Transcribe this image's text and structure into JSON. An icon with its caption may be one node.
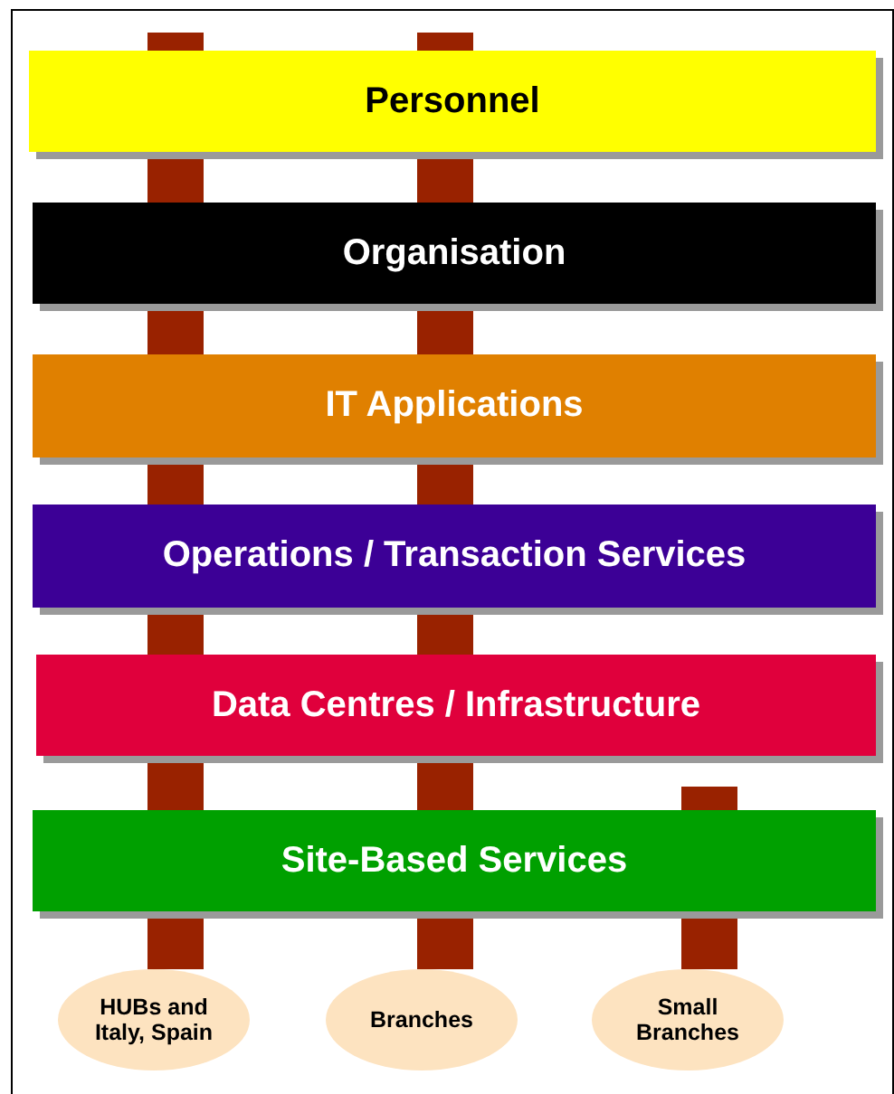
{
  "diagram": {
    "nodes": [
      {
        "text": [
          "Personnel"
        ]
      },
      {
        "text": [
          "Organisation"
        ]
      },
      {
        "text": [
          "IT Applications"
        ]
      },
      {
        "text": [
          "Operations / Transaction Services"
        ]
      },
      {
        "text": [
          "Data Centres / Infrastructure"
        ]
      },
      {
        "text": [
          "Site-Based Services"
        ]
      },
      {
        "text": [
          "HUBs and Italy, Spain"
        ]
      },
      {
        "text": [
          "Branches"
        ]
      },
      {
        "text": [
          "Small Branches"
        ]
      }
    ],
    "edges": [
      {
        "from": null,
        "to": 0,
        "arrow": "none"
      },
      {
        "from": 0,
        "to": 1,
        "arrow": "none"
      },
      {
        "from": 1,
        "to": 2,
        "arrow": "none"
      },
      {
        "from": 2,
        "to": 3,
        "arrow": "none"
      },
      {
        "from": 3,
        "to": 4,
        "arrow": "none"
      },
      {
        "from": 4,
        "to": 5,
        "arrow": "none"
      },
      {
        "from": 5,
        "to": 6,
        "arrow": "none"
      },
      {
        "from": null,
        "to": 0,
        "arrow": "none"
      },
      {
        "from": 0,
        "to": 1,
        "arrow": "none"
      },
      {
        "from": 1,
        "to": 2,
        "arrow": "none"
      },
      {
        "from": 2,
        "to": 3,
        "arrow": "none"
      },
      {
        "from": 3,
        "to": 4,
        "arrow": "none"
      },
      {
        "from": 4,
        "to": 5,
        "arrow": "none"
      },
      {
        "from": 5,
        "to": 7,
        "arrow": "none"
      },
      {
        "from": null,
        "to": 5,
        "arrow": "none"
      },
      {
        "from": 5,
        "to": 8,
        "arrow": "none"
      }
    ]
  }
}
